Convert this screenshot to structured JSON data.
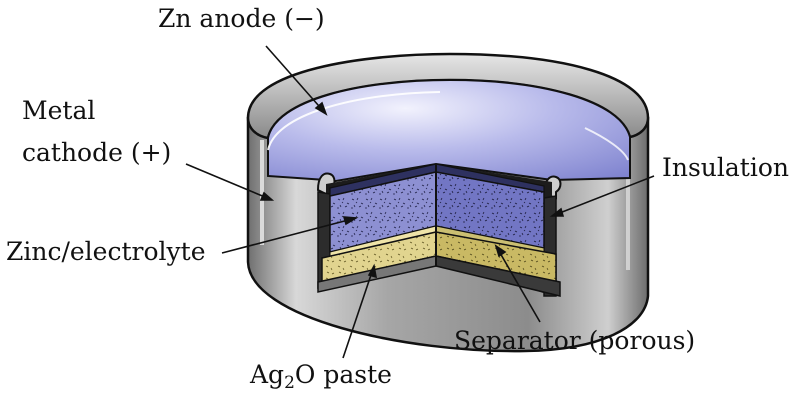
{
  "labels": {
    "zn_anode": "Zn anode (−)",
    "metal_cathode_line1": "Metal",
    "metal_cathode_line2": "cathode (+)",
    "insulation": "Insulation",
    "zinc_electrolyte": "Zinc/electrolyte",
    "separator": "Separator (porous)",
    "ag2o_prefix": "Ag",
    "ag2o_subscript": "2",
    "ag2o_suffix": "O paste"
  },
  "colors": {
    "anode_top": "#8f93d6",
    "anode_top_light": "#e9e9fb",
    "metal_shell": "#9a9a9a",
    "metal_shell_light": "#d6d6d6",
    "insulation": "#2d2d2d",
    "zinc_electrolyte": "#8c8fd0",
    "separator": "#d8c97a",
    "ag2o_paste": "#e2d595",
    "outline": "#111111"
  }
}
